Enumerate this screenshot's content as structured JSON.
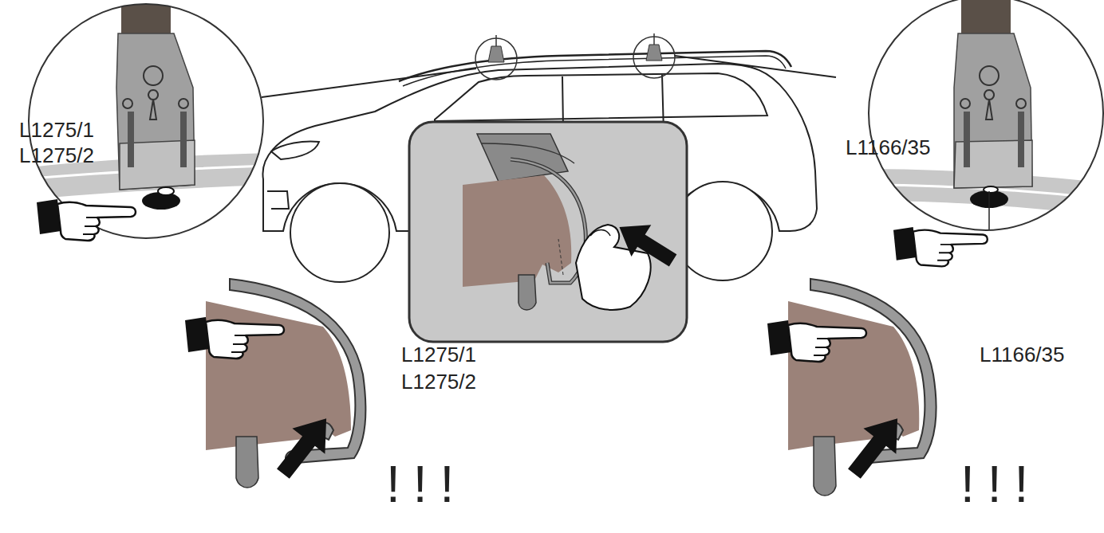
{
  "diagram": {
    "labels": [
      "L1275/1",
      "L1275/2",
      "L1166/35",
      "L1275/1",
      "L1275/2",
      "!!!",
      "L1166/35",
      "!!!"
    ]
  }
}
